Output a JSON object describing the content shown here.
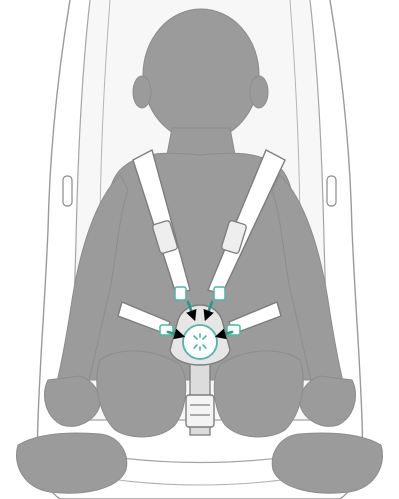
{
  "colors": {
    "background": "#ffffff",
    "seat_outline": "#9a9a9a",
    "seat_fill": "#f4f4f4",
    "baby_silhouette": "#9b9b9b",
    "strap_fill": "#ffffff",
    "strap_outline": "#7d7d7d",
    "buckle_fill": "#e6e6e6",
    "connector_accent": "#4fb5a5",
    "arrow_accent": "#1f9e88"
  },
  "icons": {
    "seat": "stroller-seat-outline",
    "child": "baby-silhouette",
    "harness": "five-point-harness",
    "center_buckle": "harness-release-button",
    "arrows": "insert-arrows"
  },
  "insert_arrows": [
    "upper-left",
    "upper-right",
    "left",
    "right"
  ]
}
